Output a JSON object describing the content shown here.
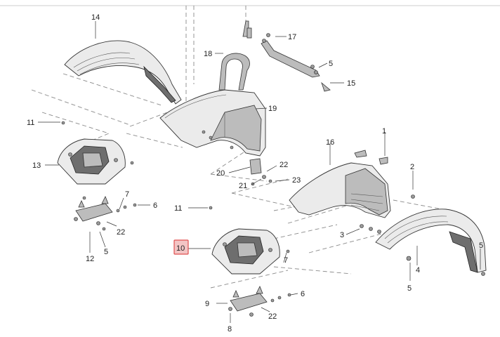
{
  "callouts": {
    "c1": "1",
    "c2": "2",
    "c3": "3",
    "c4": "4",
    "c5a": "5",
    "c5b": "5",
    "c5c": "5",
    "c5d": "5",
    "c6a": "6",
    "c6b": "6",
    "c7a": "7",
    "c7b": "7",
    "c8": "8",
    "c9": "9",
    "c10": "10",
    "c11a": "11",
    "c11b": "11",
    "c12": "12",
    "c13": "13",
    "c14": "14",
    "c15": "15",
    "c16": "16",
    "c17": "17",
    "c18": "18",
    "c19": "19",
    "c20": "20",
    "c21": "21",
    "c22a": "22",
    "c22b": "22",
    "c22c": "22",
    "c23": "23"
  },
  "highlight_color": "#e05050"
}
